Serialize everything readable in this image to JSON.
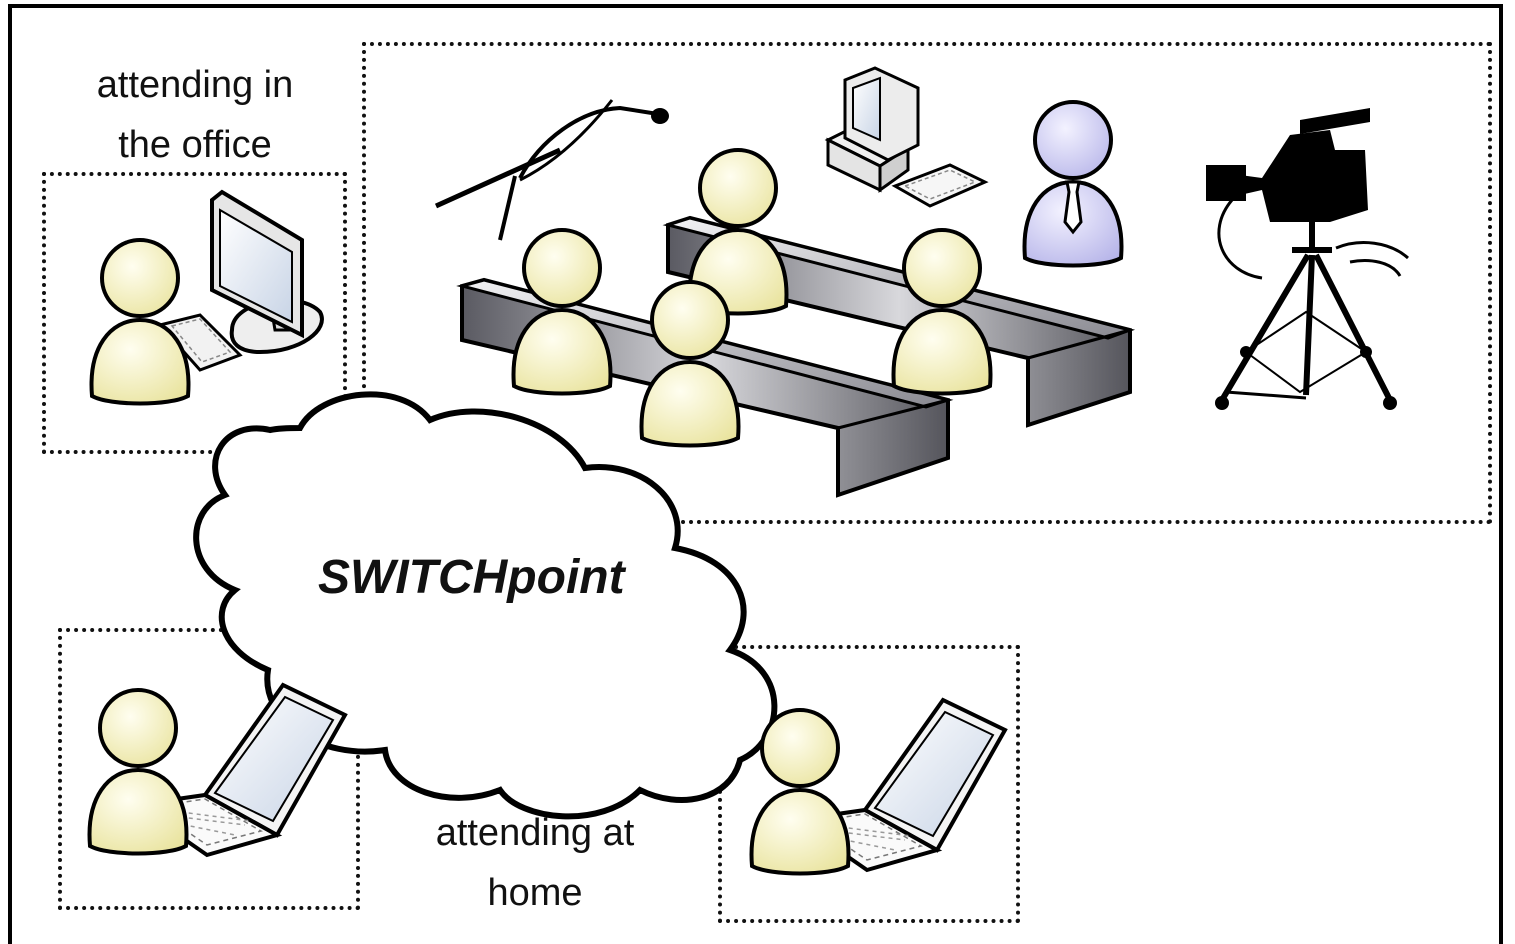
{
  "labels": {
    "office": [
      "attending in",
      "the office"
    ],
    "home": [
      "attending at",
      "home"
    ],
    "cloud": "SWITCHpoint"
  },
  "colors": {
    "person_fill": "#f5f0b8",
    "presenter_fill": "#c9c8f0",
    "bench_fill": "#8c8c94",
    "outline": "#000000",
    "screen": "#dfe8f4"
  },
  "icons": [
    "microphone-icon",
    "desktop-computer-icon",
    "video-camera-icon",
    "laptop-icon",
    "cloud-icon",
    "person-icon",
    "presenter-icon",
    "bench-icon"
  ]
}
